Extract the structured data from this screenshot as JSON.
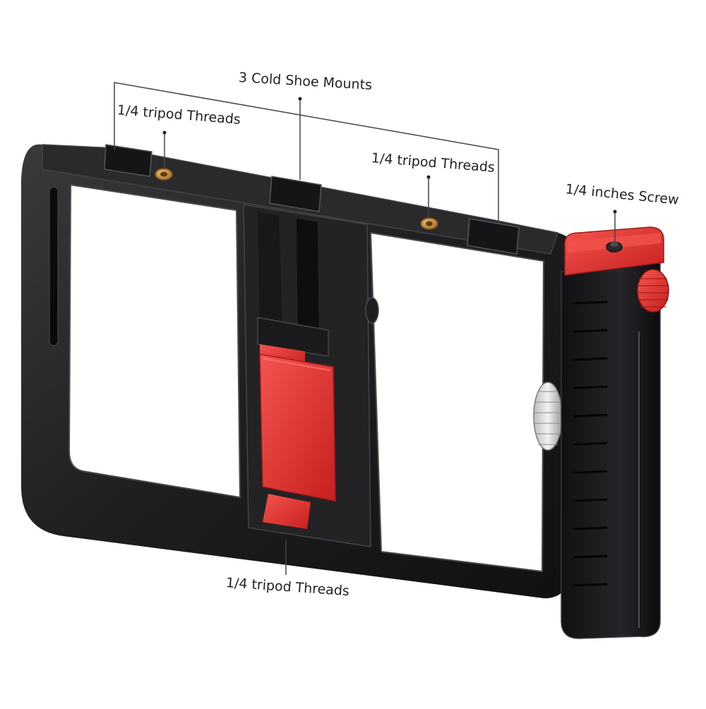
{
  "callouts": {
    "cold_shoe_mounts": "3 Cold Shoe Mounts",
    "top_left_threads": "1/4 tripod Threads",
    "top_right_threads": "1/4 tripod Threads",
    "inches_screw": "1/4 inches Screw",
    "bottom_threads": "1/4 tripod Threads"
  },
  "colors": {
    "frame": "#1c1c1e",
    "frame_edge": "#3a3a3d",
    "accent_red": "#e0312f",
    "brass": "#c8923e",
    "leader_line": "#444444"
  }
}
